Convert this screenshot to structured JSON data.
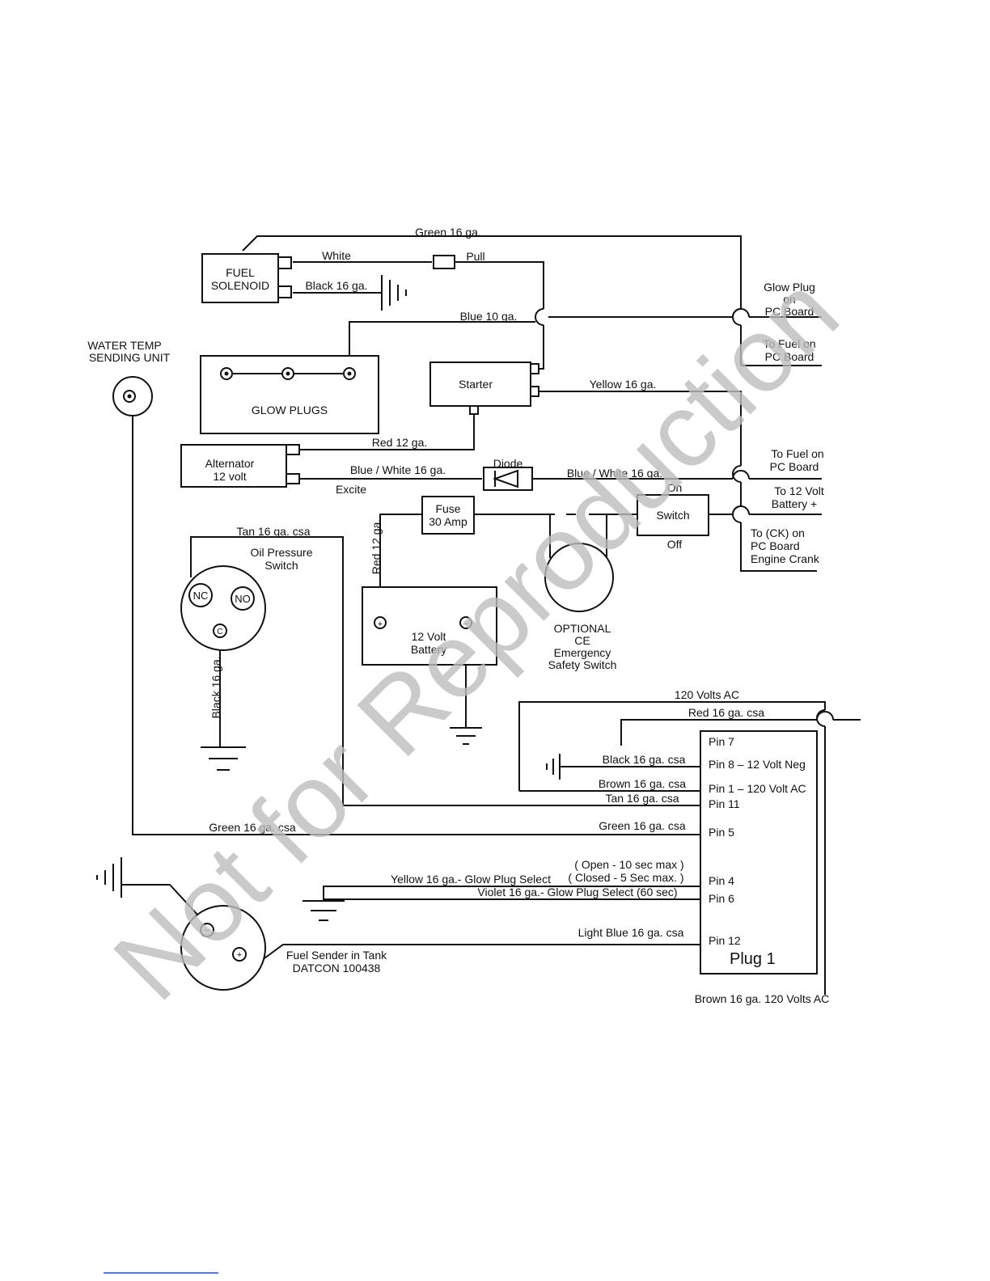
{
  "components": {
    "fuel_solenoid": [
      "FUEL",
      "SOLENOID"
    ],
    "glow_plugs": "GLOW PLUGS",
    "starter": "Starter",
    "alternator": [
      "Alternator",
      "12 volt"
    ],
    "diode": "Diode",
    "fuse": [
      "Fuse",
      "30 Amp"
    ],
    "switch": "Switch",
    "switch_on": "On",
    "switch_off": "Off",
    "battery": [
      "12 Volt",
      "Battery"
    ],
    "battery_plus": "+",
    "battery_minus": "−",
    "water_temp": [
      "WATER TEMP",
      "SENDING UNIT"
    ],
    "oil_pressure": [
      "Oil Pressure",
      "Switch"
    ],
    "oil_nc": "NC",
    "oil_no": "NO",
    "oil_c": "C",
    "optional_ce": [
      "OPTIONAL",
      "CE",
      "Emergency",
      "Safety Switch"
    ],
    "fuel_sender": [
      "Fuel Sender in Tank",
      "DATCON 100438"
    ],
    "fuel_sender_minus": "−",
    "fuel_sender_plus": "+",
    "plug": "Plug  1"
  },
  "wires": {
    "green_top": "Green 16 ga.",
    "white": "White",
    "pull": "Pull",
    "black_solenoid": "Black 16 ga.",
    "blue_10": "Blue 10 ga.",
    "yellow_starter": "Yellow 16 ga.",
    "red_12": "Red 12 ga.",
    "blue_white_left": "Blue / White 16 ga.",
    "blue_white_right": "Blue / White 16 ga.",
    "excite": "Excite",
    "red_12_vertical": "Red 12 ga.",
    "tan_top": "Tan 16 ga. csa",
    "black_oil": "Black 16 ga.",
    "volts_120_top": "120 Volts AC",
    "red_csa": "Red  16 ga. csa",
    "black_csa": "Black 16 ga. csa",
    "brown_csa": "Brown 16 ga. csa",
    "tan_csa": "Tan 16 ga.  csa",
    "green_csa_left": "Green 16 ga. csa",
    "green_csa_right": "Green 16 ga.  csa",
    "yellow_glow": "Yellow 16 ga.- Glow Plug Select",
    "open_10": "( Open - 10 sec max )",
    "closed_5": "( Closed - 5 Sec max. )",
    "violet_glow": "Violet 16 ga.- Glow Plug Select  (60 sec)",
    "light_blue": "Light Blue 16 ga.  csa",
    "brown_bottom": "Brown 16 ga.  120 Volts AC"
  },
  "board_labels": {
    "glow_plug_pc": [
      "Glow Plug",
      "on",
      "PC Board"
    ],
    "fuel_pc_1": [
      "To Fuel on",
      "PC Board"
    ],
    "fuel_pc_2": [
      "To Fuel on",
      "PC Board"
    ],
    "battery_plus": [
      "To 12 Volt",
      "Battery +"
    ],
    "ck_pc": [
      "To (CK) on",
      "PC Board",
      "Engine Crank"
    ]
  },
  "plug_pins": {
    "pin7": "Pin 7",
    "pin8": "Pin 8 –  12 Volt Neg",
    "pin1": "Pin 1 –  120 Volt AC",
    "pin11": "Pin 11",
    "pin5": "Pin 5",
    "pin4": "Pin 4",
    "pin6": "Pin 6",
    "pin12": "Pin 12"
  },
  "watermark": "Not for Reproduction"
}
